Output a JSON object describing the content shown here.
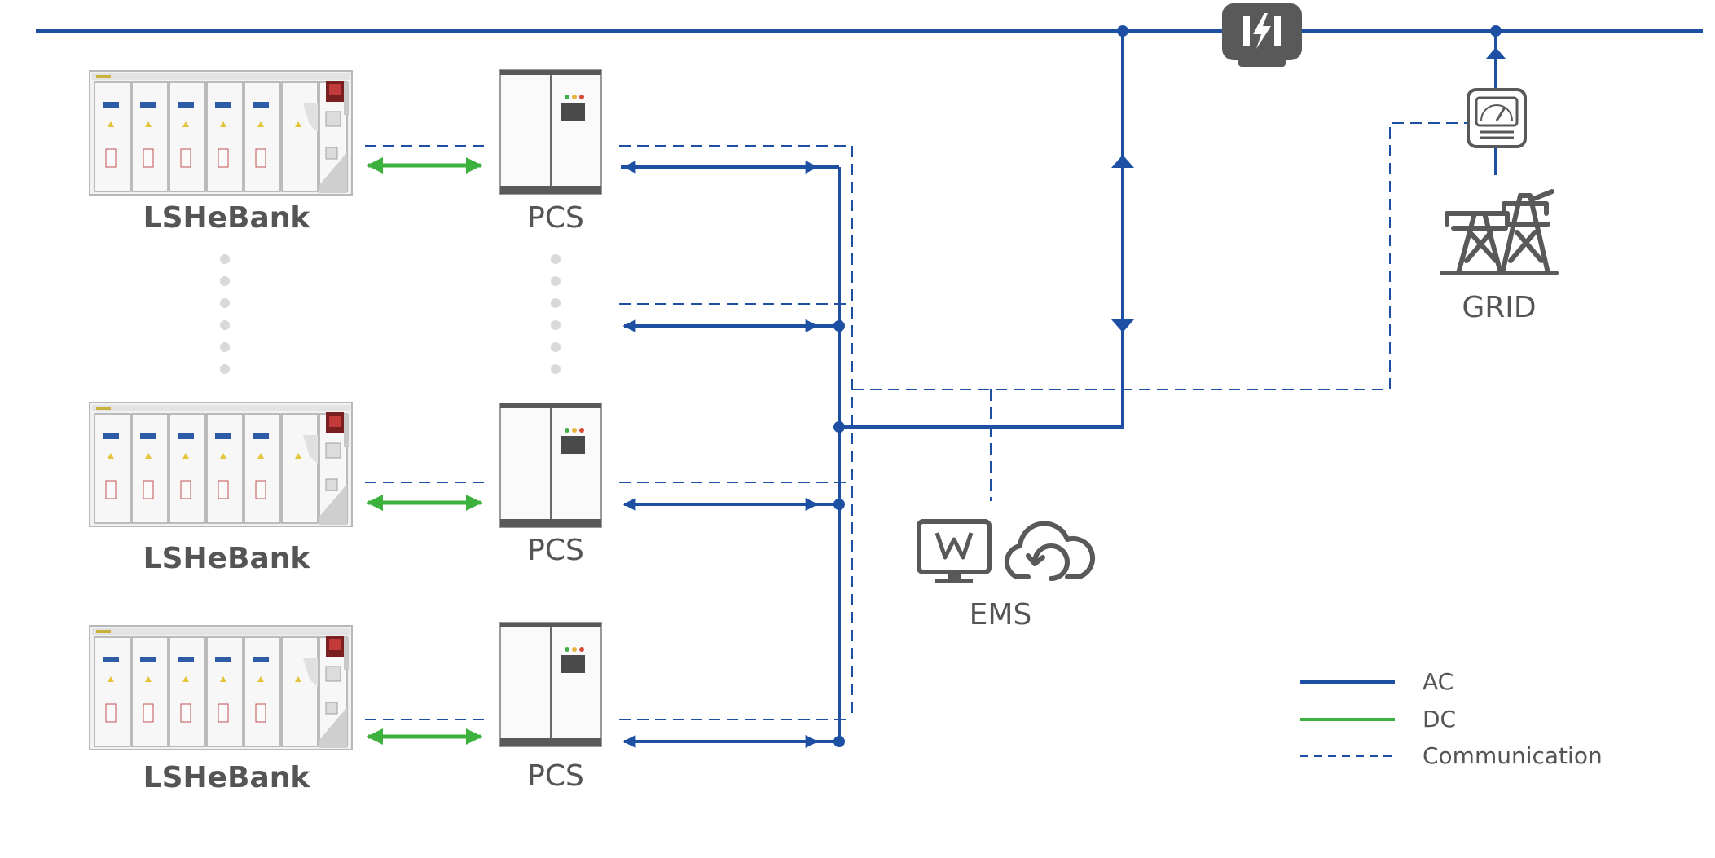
{
  "colors": {
    "ac": "#1d4fa3",
    "dc": "#3db13d",
    "communication": "#1d4fa3",
    "device": "#595959",
    "dots": "#d9d9d9",
    "text": "#555555"
  },
  "labels": {
    "battery": "LSHeBank",
    "pcs": "PCS",
    "ems": "EMS",
    "grid": "GRID"
  },
  "icons": {
    "battery": "battery-container-icon",
    "pcs": "pcs-cabinet-icon",
    "breaker": "breaker-icon",
    "meter": "meter-icon",
    "grid": "transmission-tower-icon",
    "monitor": "monitor-icon",
    "cloud": "cloud-sync-icon",
    "battery_logo": "LSHE"
  },
  "legend": {
    "items": [
      {
        "key": "ac",
        "label": "AC",
        "style": "solid"
      },
      {
        "key": "dc",
        "label": "DC",
        "style": "solid"
      },
      {
        "key": "communication",
        "label": "Communication",
        "style": "dashed"
      }
    ]
  }
}
